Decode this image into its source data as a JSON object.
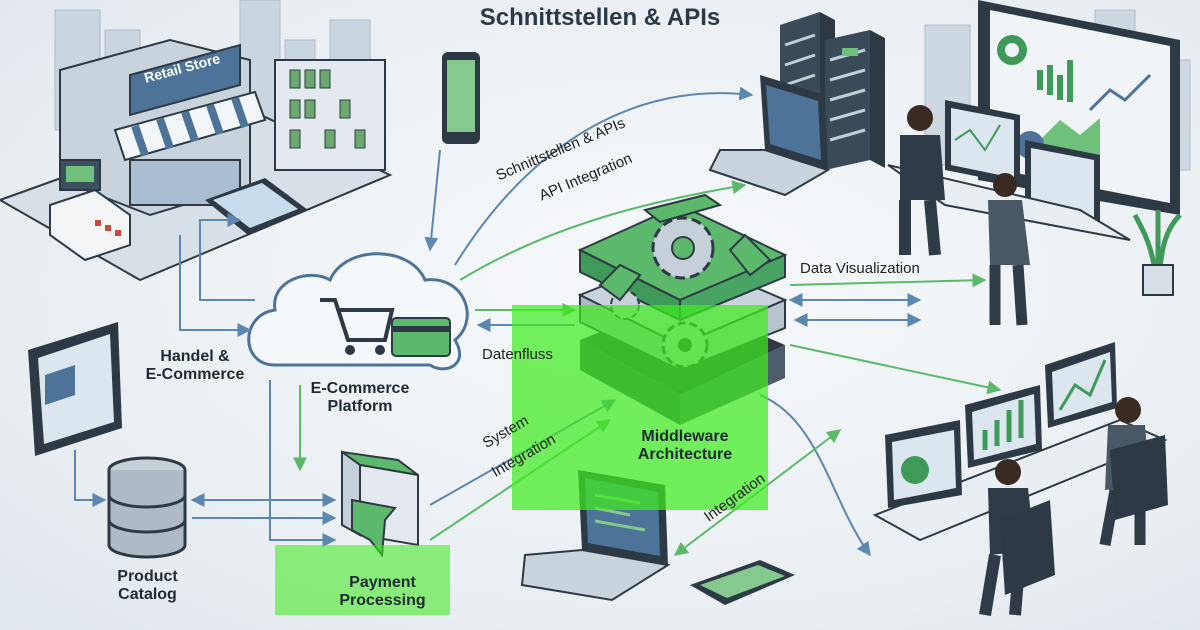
{
  "title": "Schnittstellen & APIs",
  "store_sign": "Retail Store",
  "nodes": {
    "commerce": "Handel &\nE-Commerce",
    "ecommerce": "E-Commerce\nPlatform",
    "middleware": "Middleware\nArchitecture",
    "catalog": "Product\nCatalog",
    "payment": "Payment\nProcessing"
  },
  "flows": {
    "apis": "Schnittstellen & APIs",
    "api_integration": "API Integration",
    "data_viz": "Data Visualization",
    "datenfluss": "Datenfluss",
    "system": "System",
    "integration_left": "Integration",
    "integration_right": "Integration"
  },
  "colors": {
    "accent_green": "#3f9a5a",
    "highlight": "#40eb20",
    "arrow_blue": "#5b87b0",
    "arrow_green": "#5cb86a",
    "line_dark": "#2d3a45"
  },
  "icons": [
    "city-skyline",
    "retail-store",
    "cash-register",
    "tablet",
    "smartphone",
    "server-rack",
    "laptop",
    "cloud",
    "shopping-cart-icon",
    "credit-card-icon",
    "gear-icon",
    "database-icon",
    "payment-terminal",
    "monitor",
    "analyst-person",
    "plant"
  ]
}
